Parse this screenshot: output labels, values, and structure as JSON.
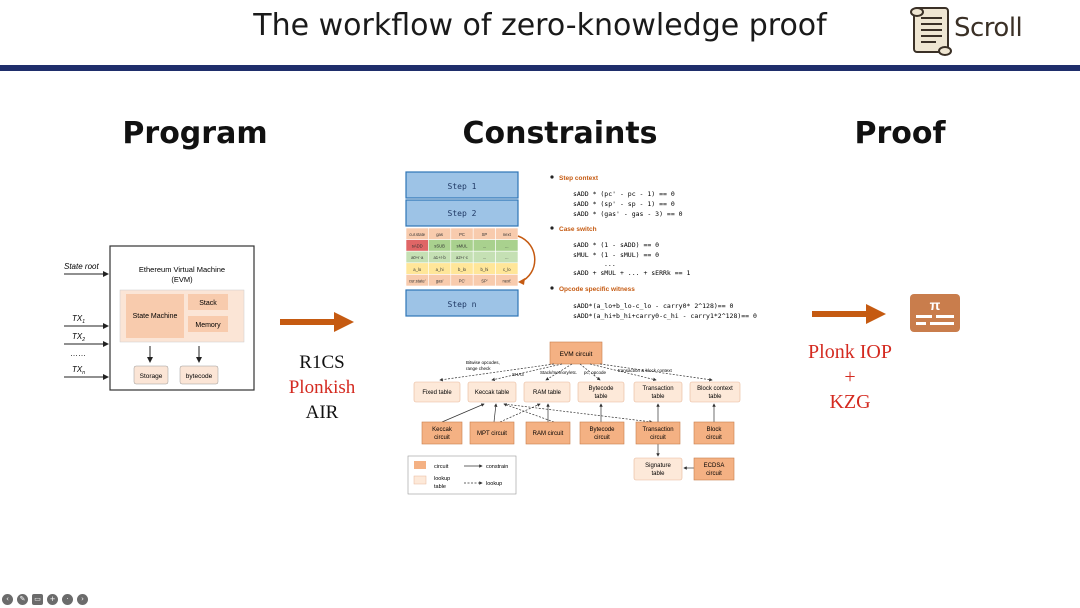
{
  "slide": {
    "title": "The workflow of zero-knowledge proof",
    "logo_text": "Scroll"
  },
  "columns": {
    "program": "Program",
    "constraints": "Constraints",
    "proof": "Proof"
  },
  "program": {
    "inputs": {
      "state_root": "State root",
      "tx1": "TX",
      "tx1_sub": "1",
      "tx2": "TX",
      "tx2_sub": "2",
      "dots": "……",
      "txn": "TX",
      "txn_sub": "n"
    },
    "evm_title": "Ethereum Virtual Machine",
    "evm_subtitle": "(EVM)",
    "state_machine": "State Machine",
    "stack": "Stack",
    "memory": "Memory",
    "storage": "Storage",
    "bytecode": "bytecode"
  },
  "arithmetizations": {
    "r1cs": "R1CS",
    "plonkish": "Plonkish",
    "air": "AIR"
  },
  "steps": {
    "step1": "Step 1",
    "step2": "Step 2",
    "stepn": "Step n",
    "header_row": [
      "cur.state",
      "gas",
      "PC",
      "SP",
      "next"
    ],
    "row1": [
      "sADD",
      "sSUB",
      "sMUL",
      "...",
      "..."
    ],
    "row2": [
      "a0+r·a",
      "a1+r·b",
      "a2+r·c",
      "...",
      "..."
    ],
    "row3": [
      "a_lo",
      "a_hi",
      "b_lo",
      "b_hi",
      "c_lo"
    ],
    "footer_row": [
      "cur.state'",
      "gas'",
      "PC'",
      "SP'",
      "next'"
    ]
  },
  "constraints_text": {
    "step_context": "Step context",
    "step_context_lines": [
      "sADD * (pc' - pc - 1) == 0",
      "sADD * (sp' - sp - 1) == 0",
      "sADD * (gas' - gas - 3) == 0"
    ],
    "case_switch": "Case switch",
    "case_switch_lines": [
      "sADD * (1 - sADD) == 0",
      "sMUL * (1 - sMUL) == 0",
      "...",
      "sADD + sMUL + ... + sERRk == 1"
    ],
    "opcode_witness": "Opcode specific witness",
    "opcode_witness_lines": [
      "sADD*(a_lo+b_lo-c_lo - carry0* 2^128)== 0",
      "sADD*(a_hi+b_hi+carry0-c_hi - carry1*2^128)== 0"
    ]
  },
  "circuit_diagram": {
    "evm_circuit": "EVM circuit",
    "edge_labels": {
      "bitwise": "Bitwise opcodes,",
      "range_check": "range check",
      "sha3": "SHA3",
      "stack": "Stack/memory/etc.",
      "pc_opcode": "pc, opcode",
      "tx_block": "transaction & block context"
    },
    "tables": {
      "fixed": "Fixed table",
      "keccak": "Keccak table",
      "ram": "RAM table",
      "bytecode_l1": "Bytecode",
      "bytecode_l2": "table",
      "transaction_l1": "Transaction",
      "transaction_l2": "table",
      "block_l1": "Block context",
      "block_l2": "table",
      "signature_l1": "Signature",
      "signature_l2": "table"
    },
    "circuits": {
      "keccak_l1": "Keccak",
      "keccak_l2": "circuit",
      "mpt": "MPT circuit",
      "ram": "RAM circuit",
      "bytecode_l1": "Bytecode",
      "bytecode_l2": "circuit",
      "transaction_l1": "Transaction",
      "transaction_l2": "circuit",
      "block_l1": "Block",
      "block_l2": "circuit",
      "ecdsa_l1": "ECDSA",
      "ecdsa_l2": "circuit"
    },
    "legend": {
      "circuit": "circuit",
      "lookup_table_l1": "lookup",
      "lookup_table_l2": "table",
      "constrain": "constrain",
      "lookup": "lookup"
    }
  },
  "proof": {
    "icon_symbol": "π",
    "plonk_iop": "Plonk IOP",
    "plus": "+",
    "kzg": "KZG"
  },
  "colors": {
    "navy_rule": "#1f2e6b",
    "arrow_orange": "#c55a11",
    "step_blue": "#9dc3e6",
    "step_border": "#2e75b6",
    "circuit_fill": "#f4b183",
    "table_fill": "#fde9d9",
    "red_text": "#d42a20",
    "proof_icon": "#c97d4c"
  },
  "toolbar": {
    "buttons": [
      "back-icon",
      "pen-icon",
      "captions-icon",
      "zoom-icon",
      "more-icon",
      "forward-icon"
    ]
  }
}
